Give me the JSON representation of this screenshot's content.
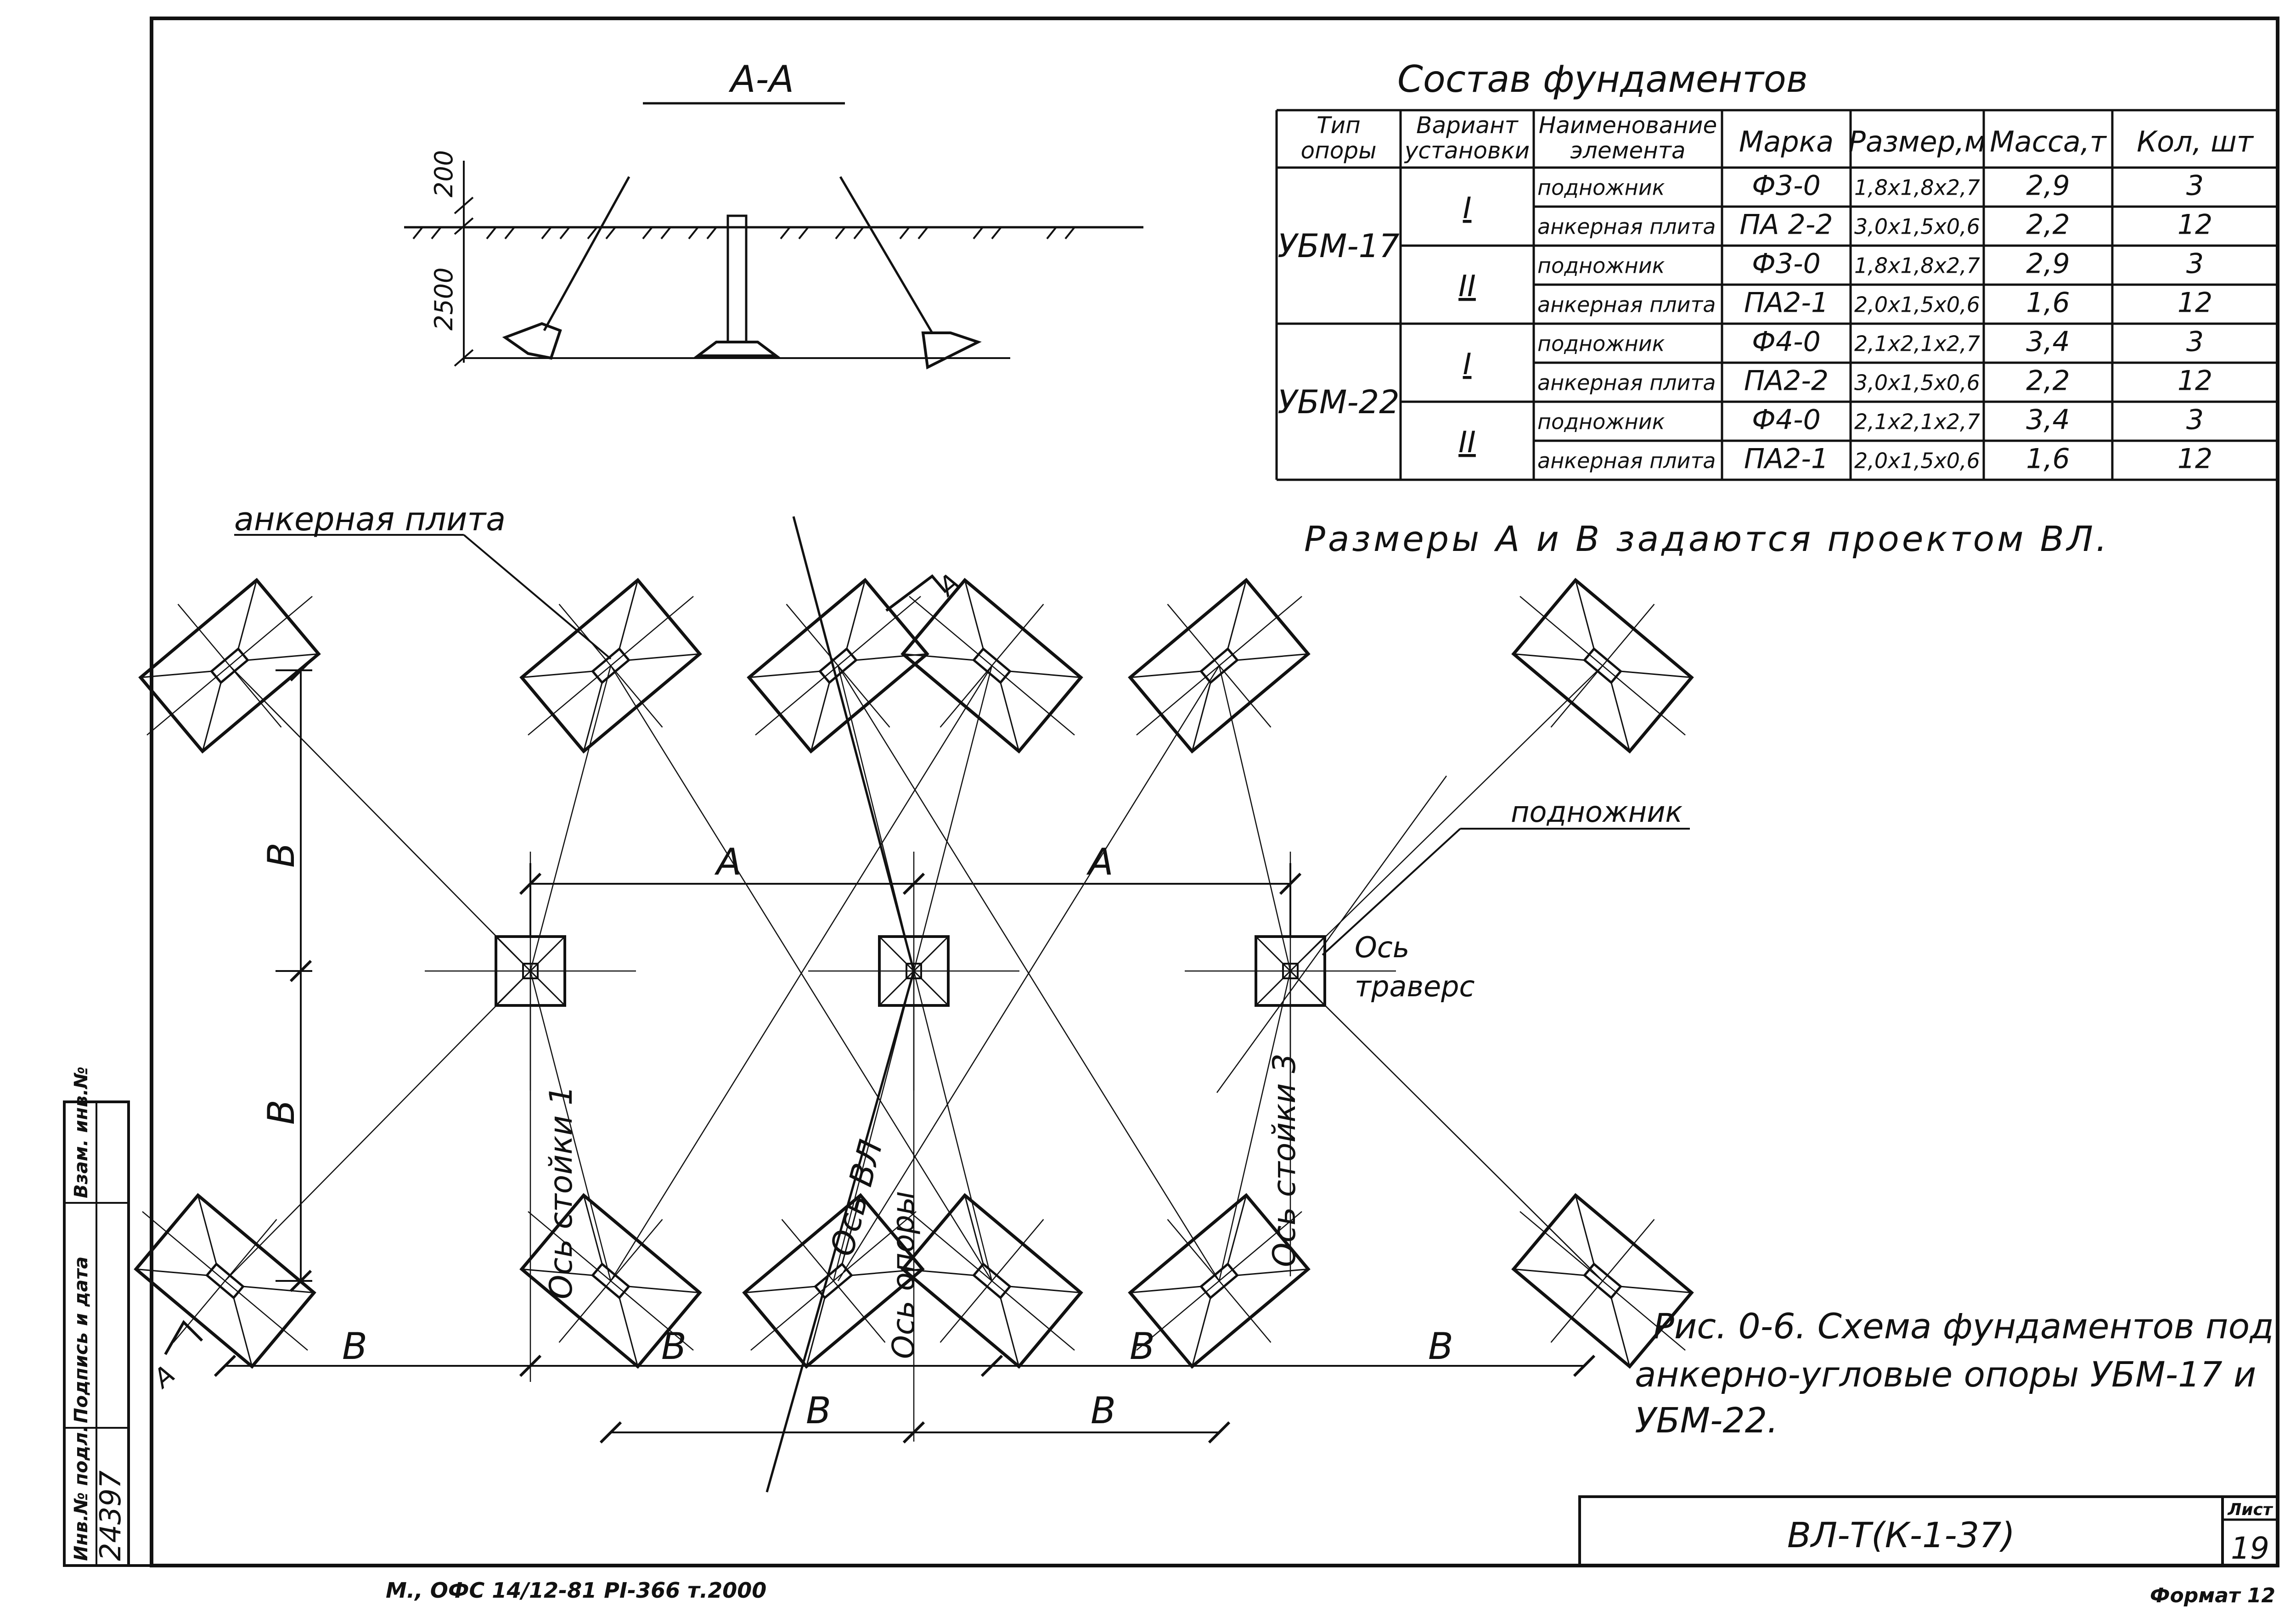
{
  "section": {
    "title": "А-А",
    "dim_top": "200",
    "dim_depth": "2500"
  },
  "table": {
    "title": "Состав фундаментов",
    "headers": [
      "Тип опоры",
      "Вариант установки",
      "Наименование элемента",
      "Марка",
      "Размер,м",
      "Масса,т",
      "Кол, шт"
    ],
    "header_lines": [
      [
        "Тип",
        "опоры"
      ],
      [
        "Вариант",
        "установки"
      ],
      [
        "Наименование",
        "элемента"
      ],
      [
        "Марка"
      ],
      [
        "Размер,м"
      ],
      [
        "Масса,т"
      ],
      [
        "Кол, шт"
      ]
    ],
    "rows": [
      {
        "type": "УБМ-17",
        "variant": "I",
        "element": "подножник",
        "mark": "Ф3-0",
        "size": "1,8х1,8х2,7",
        "mass": "2,9",
        "qty": "3"
      },
      {
        "type": "",
        "variant": "",
        "element": "анкерная плита",
        "mark": "ПА 2-2",
        "size": "3,0х1,5х0,6",
        "mass": "2,2",
        "qty": "12"
      },
      {
        "type": "",
        "variant": "II",
        "element": "подножник",
        "mark": "Ф3-0",
        "size": "1,8х1,8х2,7",
        "mass": "2,9",
        "qty": "3"
      },
      {
        "type": "",
        "variant": "",
        "element": "анкерная плита",
        "mark": "ПА2-1",
        "size": "2,0х1,5х0,6",
        "mass": "1,6",
        "qty": "12"
      },
      {
        "type": "УБМ-22",
        "variant": "I",
        "element": "подножник",
        "mark": "Ф4-0",
        "size": "2,1х2,1х2,7",
        "mass": "3,4",
        "qty": "3"
      },
      {
        "type": "",
        "variant": "",
        "element": "анкерная плита",
        "mark": "ПА2-2",
        "size": "3,0х1,5х0,6",
        "mass": "2,2",
        "qty": "12"
      },
      {
        "type": "",
        "variant": "II",
        "element": "подножник",
        "mark": "Ф4-0",
        "size": "2,1х2,1х2,7",
        "mass": "3,4",
        "qty": "3"
      },
      {
        "type": "",
        "variant": "",
        "element": "анкерная плита",
        "mark": "ПА2-1",
        "size": "2,0х1,5х0,6",
        "mass": "1,6",
        "qty": "12"
      }
    ]
  },
  "note": "Размеры А и В задаются проектом ВЛ.",
  "labels": {
    "anchor_plate": "анкерная плита",
    "footing": "подножник",
    "cross_axis_1": "Ось",
    "cross_axis_2": "траверс",
    "post_axis_1": "Ось стойки 1",
    "post_axis_3": "Ось стойки 3",
    "line_axis": "Ось ВЛ",
    "support_axis": "Ось опоры",
    "section_mark": "А",
    "dim_a": "А",
    "dim_b": "В"
  },
  "caption": {
    "line1": "Рис. 0-6. Схема фундаментов под",
    "line2": "анкерно-угловые опоры УБМ-17 и",
    "line3": "УБМ-22."
  },
  "title_block": {
    "code": "ВЛ-Т(К-1-37)",
    "sheet_label": "Лист",
    "sheet_no": "19",
    "format": "Формат 12",
    "inv_no": "24397",
    "inv_label": "Инв.№ подл.",
    "sign_label": "Подпись и дата",
    "repl_label": "Взам. инв.№"
  },
  "footer": {
    "print_line": "М., ОФС 14/12-81 РI-366 т.2000"
  }
}
